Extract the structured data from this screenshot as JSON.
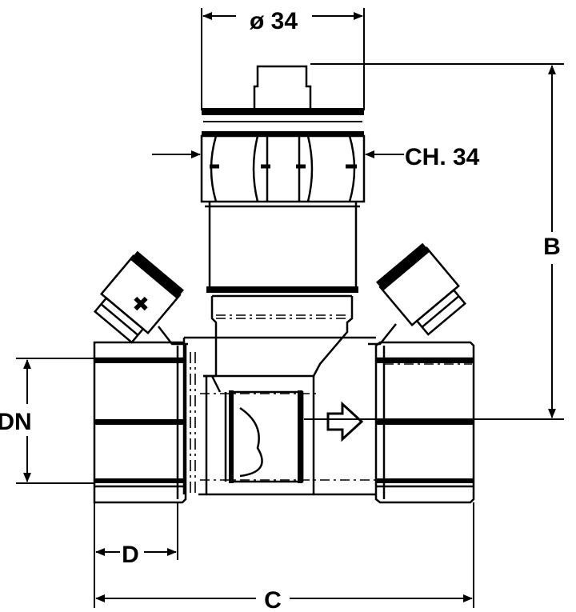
{
  "labels": {
    "diameter": "ø 34",
    "wrench": "CH. 34",
    "height": "B",
    "nominal": "DN",
    "depth": "D",
    "length": "C"
  },
  "colors": {
    "line": "#000000",
    "background": "#ffffff"
  }
}
